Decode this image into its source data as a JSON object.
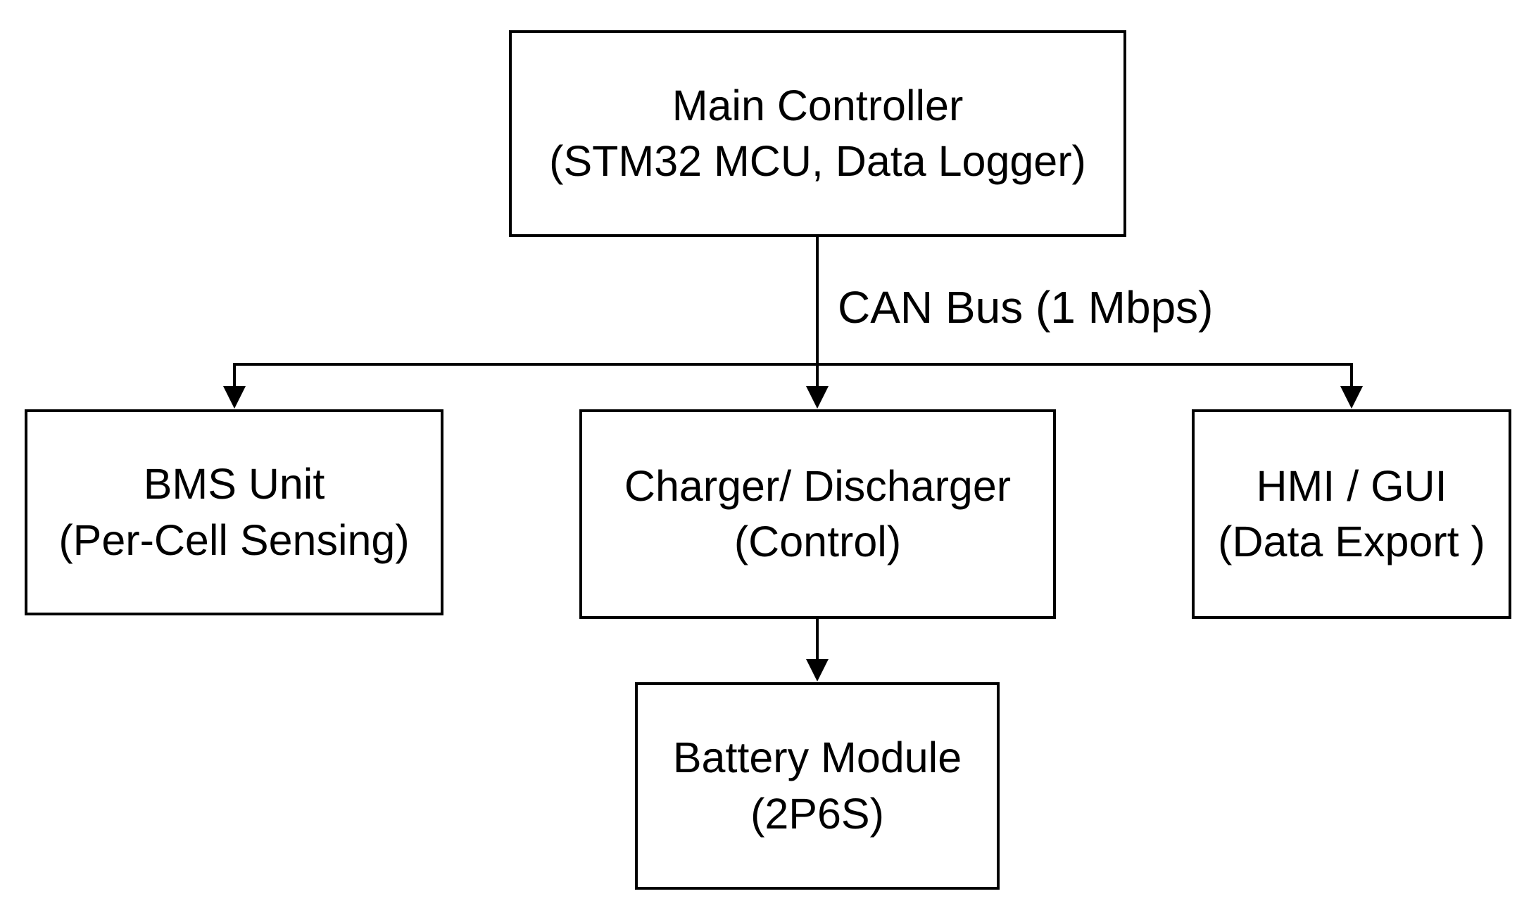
{
  "diagram": {
    "colors": {
      "background": "#ffffff",
      "box_border": "#000000",
      "line": "#000000",
      "text": "#000000"
    },
    "nodes": {
      "main_controller": {
        "line1": "Main Controller",
        "line2": "(STM32 MCU, Data Logger)"
      },
      "bms_unit": {
        "line1": "BMS Unit",
        "line2": "(Per-Cell Sensing)"
      },
      "charger_discharger": {
        "line1": "Charger/ Discharger",
        "line2": "(Control)"
      },
      "hmi_gui": {
        "line1": "HMI / GUI",
        "line2": "(Data Export )"
      },
      "battery_module": {
        "line1": "Battery Module",
        "line2": "(2P6S)"
      }
    },
    "edges": {
      "can_bus_label": "CAN Bus (1 Mbps)",
      "connections": [
        "main_controller -> bms_unit",
        "main_controller -> charger_discharger",
        "main_controller -> hmi_gui",
        "charger_discharger -> battery_module"
      ]
    }
  }
}
